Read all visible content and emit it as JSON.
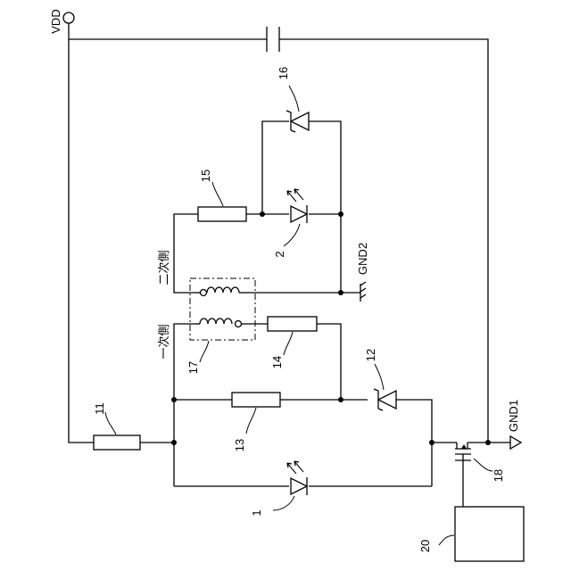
{
  "power": {
    "vdd": "VDD",
    "gnd1": "GND1",
    "gnd2": "GND2"
  },
  "sides": {
    "primary": "一次側",
    "secondary": "二次側"
  },
  "refs": {
    "led_primary": "1",
    "led_secondary": "2",
    "resistor_11": "11",
    "zener_12": "12",
    "resistor_13": "13",
    "resistor_14": "14",
    "resistor_15": "15",
    "zener_16": "16",
    "transformer_17": "17",
    "mosfet_18": "18",
    "controller_20": "20"
  }
}
